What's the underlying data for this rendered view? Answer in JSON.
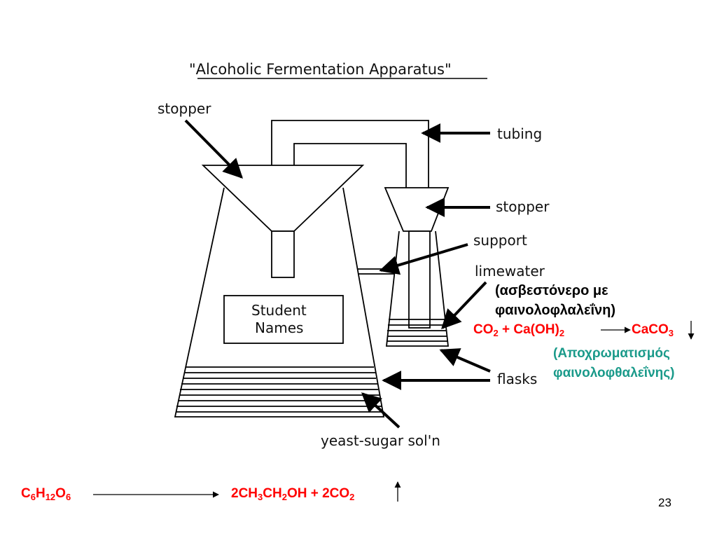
{
  "diagram": {
    "title": "\"Alcoholic Fermentation Apparatus\"",
    "labels": {
      "stopper_left": "stopper",
      "tubing": "tubing",
      "stopper_right": "stopper",
      "support": "support",
      "limewater": "limewater",
      "flasks": "flasks",
      "yeast_sugar": "yeast-sugar sol'n",
      "student_names_line1": "Student",
      "student_names_line2": "Names"
    }
  },
  "annotation": {
    "greek_line1": "(ασβεστόνερο με",
    "greek_line2": "φαινολοφλαλεΐνη)",
    "limewater_reaction": {
      "co2": "CO",
      "co2_sub": "2",
      "plus_caoh": " + Ca(OH)",
      "caoh_sub": "2",
      "caco3": "CaCO",
      "caco3_sub": "3"
    },
    "decolor_line1": "(Αποχρωματισμός",
    "decolor_line2": "φαινολοφθαλεΐνης)"
  },
  "fermentation_equation": {
    "c": "C",
    "c_sub": "6",
    "h": "H",
    "h_sub": "12",
    "o": "O",
    "o_sub": "6",
    "p1": "2CH",
    "p1_sub": "3",
    "p2": "CH",
    "p2_sub": "2",
    "p3": "OH + 2CO",
    "p3_sub": "2"
  },
  "page_number": "23",
  "colors": {
    "equation": "#ff0000",
    "decolor_text": "#1a9a8a",
    "lines": "#000000"
  }
}
